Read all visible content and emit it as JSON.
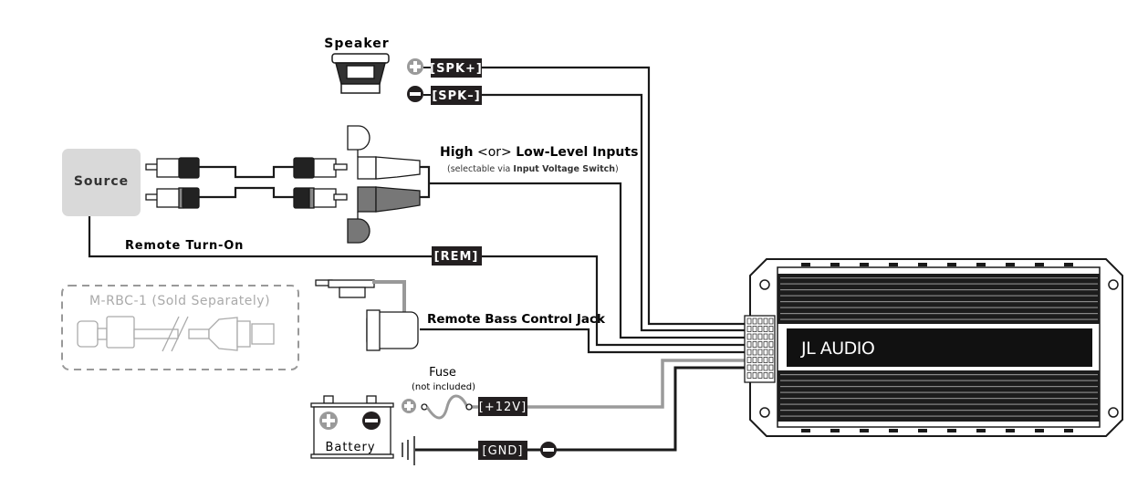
{
  "labels": {
    "speaker": "Speaker",
    "spk_pos": "[SPK+]",
    "spk_neg": "[SPK–]",
    "inputs_title_a": "High",
    "inputs_title_or": "<or>",
    "inputs_title_b": "Low-Level Inputs",
    "inputs_sub_a": "(selectable via",
    "inputs_sub_b": "Input Voltage Switch",
    "inputs_sub_c": ")",
    "source": "Source",
    "remote_turn_on": "Remote Turn-On",
    "rem": "[REM]",
    "mrbc": "M-RBC-1 (Sold Separately)",
    "rbc_jack": "Remote Bass Control Jack",
    "fuse": "Fuse",
    "fuse_note": "(not included)",
    "v12": "[+12V]",
    "gnd": "[GND]",
    "battery": "Battery",
    "brand": "JL AUDIO"
  },
  "colors": {
    "wire": "#1a1a1a",
    "power_wire": "#9a9a9a",
    "source_box": "#d9d9d9",
    "tag_bg": "#231f20",
    "positive": "#9a9a9a",
    "negative": "#231f20",
    "accessory": "#9a9a9a"
  }
}
